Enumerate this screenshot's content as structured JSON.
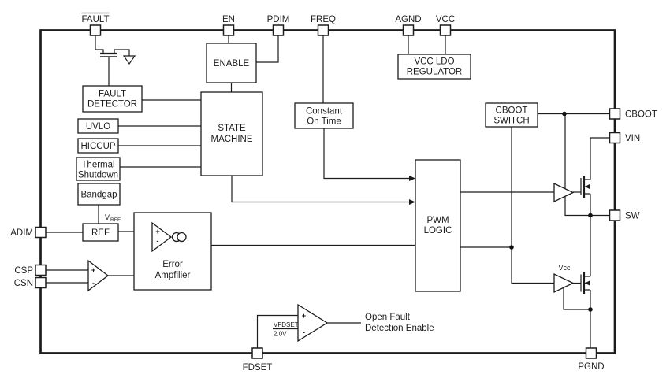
{
  "colors": {
    "ink": "#1c1c1c",
    "background": "#ffffff"
  },
  "pins": {
    "top": {
      "fault": "FAULT",
      "en": "EN",
      "pdim": "PDIM",
      "freq": "FREQ",
      "agnd": "AGND",
      "vcc": "VCC"
    },
    "left": {
      "adim": "ADIM",
      "csp": "CSP",
      "csn": "CSN"
    },
    "right": {
      "cboot": "CBOOT",
      "vin": "VIN",
      "sw": "SW"
    },
    "bottom": {
      "fdset": "FDSET",
      "pgnd": "PGND"
    }
  },
  "blocks": {
    "fault_detector": [
      "FAULT",
      "DETECTOR"
    ],
    "uvlo": "UVLO",
    "hiccup": "HICCUP",
    "thermal_shutdown": [
      "Thermal",
      "Shutdown"
    ],
    "bandgap": "Bandgap",
    "ref": "REF",
    "enable": "ENABLE",
    "state_machine": [
      "STATE",
      "MACHINE"
    ],
    "constant_on_time": [
      "Constant",
      "On Time"
    ],
    "vcc_ldo_regulator": [
      "VCC LDO",
      "REGULATOR"
    ],
    "cboot_switch": [
      "CBOOT",
      "SWITCH"
    ],
    "pwm_logic": [
      "PWM",
      "LOGIC"
    ],
    "error_amplifier": [
      "Error",
      "Ampfilier"
    ]
  },
  "annotations": {
    "vref_symbol": "V",
    "vref_subscript": "REF",
    "driver_supply": "Vcc",
    "fdset_reference": "VFDSET",
    "fdset_reference_value": "2.0V",
    "comparator_output": [
      "Open Fault",
      "Detection Enable"
    ],
    "plus": "+",
    "minus": "-"
  }
}
